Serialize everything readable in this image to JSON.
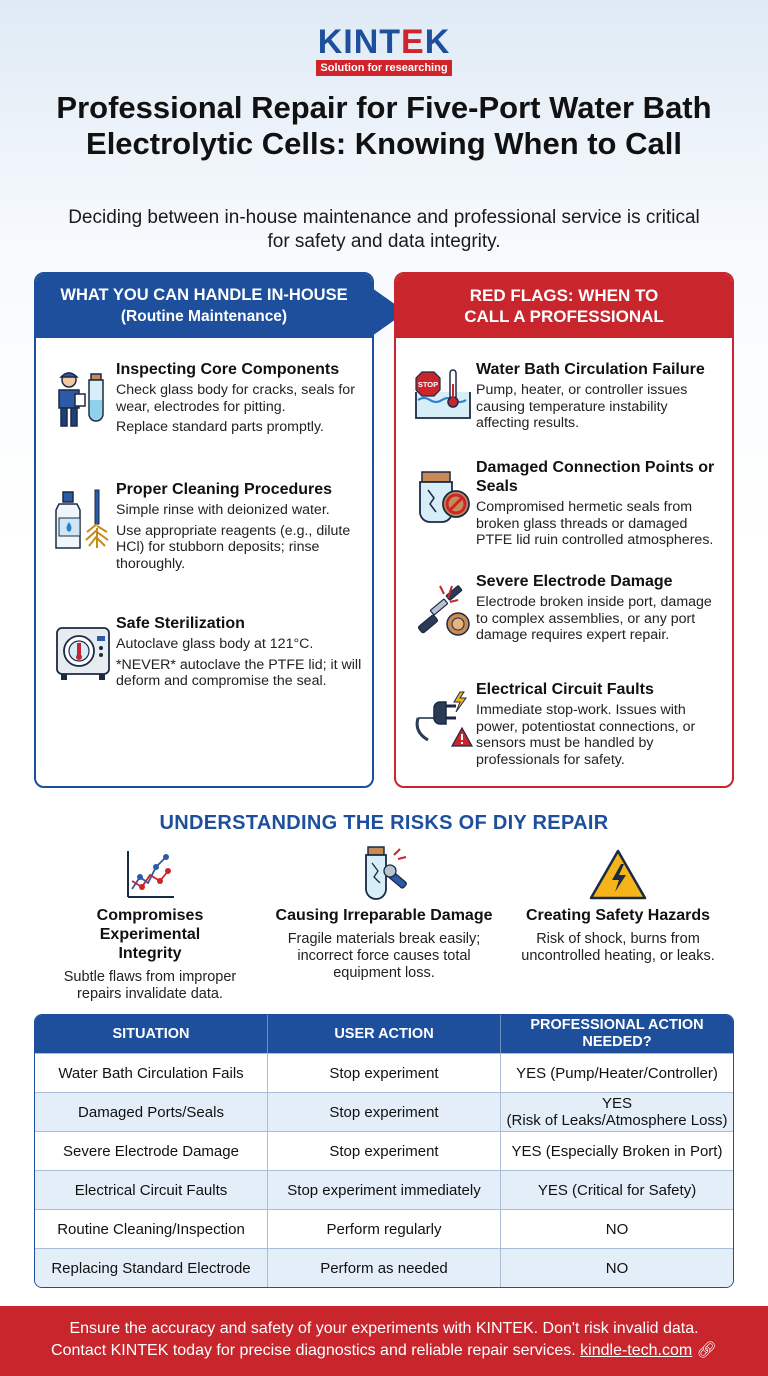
{
  "brand": {
    "logo_text_a": "KINT",
    "logo_text_e": "E",
    "logo_text_b": "K",
    "tagline": "Solution for researching",
    "colors": {
      "blue": "#1d4f9c",
      "red": "#c8252d"
    }
  },
  "title": "Professional Repair for Five-Port Water Bath Electrolytic Cells: Knowing When to Call",
  "subtitle": "Deciding between in-house maintenance and professional service is critical for safety and data integrity.",
  "left_panel": {
    "heading": "WHAT YOU CAN HANDLE IN-HOUSE",
    "subheading": "(Routine Maintenance)",
    "items": [
      {
        "icon": "technician-inspecting-icon",
        "title": "Inspecting Core Components",
        "lines": [
          "Check glass body for cracks, seals for wear, electrodes for pitting.",
          "Replace standard parts promptly."
        ]
      },
      {
        "icon": "cleaning-bottle-brush-icon",
        "title": "Proper Cleaning Procedures",
        "lines": [
          "Simple rinse with deionized water.",
          "Use appropriate reagents (e.g., dilute HCl) for stubborn deposits; rinse thoroughly."
        ]
      },
      {
        "icon": "autoclave-icon",
        "title": "Safe Sterilization",
        "lines": [
          "Autoclave glass body at 121°C.",
          "*NEVER* autoclave the PTFE lid; it will deform and compromise the seal."
        ]
      }
    ]
  },
  "right_panel": {
    "heading": "RED FLAGS: WHEN TO CALL A PROFESSIONAL",
    "items": [
      {
        "icon": "water-bath-stop-icon",
        "title": "Water Bath Circulation Failure",
        "lines": [
          "Pump, heater, or controller issues causing temperature instability affecting results."
        ]
      },
      {
        "icon": "broken-seal-icon",
        "title": "Damaged Connection Points or Seals",
        "lines": [
          "Compromised hermetic seals from broken glass threads or damaged PTFE lid ruin controlled atmospheres."
        ]
      },
      {
        "icon": "broken-electrode-icon",
        "title": "Severe Electrode Damage",
        "lines": [
          "Electrode broken inside port, damage to complex assemblies, or any port damage requires expert repair."
        ]
      },
      {
        "icon": "electrical-plug-warning-icon",
        "title": "Electrical Circuit Faults",
        "lines": [
          "Immediate stop-work. Issues with power, potentiostat connections, or sensors must be handled by professionals for safety."
        ]
      }
    ]
  },
  "risks": {
    "heading": "UNDERSTANDING THE RISKS OF DIY REPAIR",
    "items": [
      {
        "icon": "scatter-chart-icon",
        "title": "Compromises Experimental Integrity",
        "text": "Subtle flaws from improper repairs invalidate data."
      },
      {
        "icon": "broken-tube-wrench-icon",
        "title": "Causing Irreparable Damage",
        "text": "Fragile materials break easily; incorrect force causes total equipment loss."
      },
      {
        "icon": "high-voltage-warning-icon",
        "title": "Creating Safety Hazards",
        "text": "Risk of shock, burns from uncontrolled heating, or leaks."
      }
    ]
  },
  "table": {
    "headers": [
      "SITUATION",
      "USER ACTION",
      "PROFESSIONAL ACTION NEEDED?"
    ],
    "rows": [
      [
        "Water Bath Circulation Fails",
        "Stop experiment",
        "YES (Pump/Heater/Controller)"
      ],
      [
        "Damaged Ports/Seals",
        "Stop experiment",
        "YES\n(Risk of Leaks/Atmosphere Loss)"
      ],
      [
        "Severe Electrode Damage",
        "Stop experiment",
        "YES (Especially Broken in Port)"
      ],
      [
        "Electrical Circuit Faults",
        "Stop experiment immediately",
        "YES (Critical for Safety)"
      ],
      [
        "Routine Cleaning/Inspection",
        "Perform regularly",
        "NO"
      ],
      [
        "Replacing Standard Electrode",
        "Perform as needed",
        "NO"
      ]
    ]
  },
  "footer": {
    "line1": "Ensure the accuracy and safety of your experiments with KINTEK. Don't risk invalid data.",
    "line2": "Contact KINTEK today for precise diagnostics and reliable repair services.",
    "link": "kindle-tech.com",
    "link_icon": "external-link-icon"
  }
}
